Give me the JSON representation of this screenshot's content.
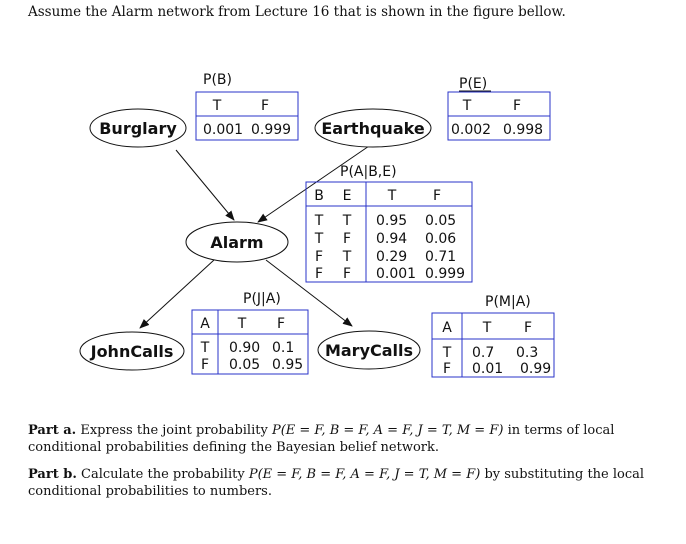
{
  "intro": "Assume the Alarm network from Lecture 16 that is shown in the figure bellow.",
  "nodes": {
    "burglary": "Burglary",
    "earthquake": "Earthquake",
    "alarm": "Alarm",
    "johncalls": "JohnCalls",
    "marycalls": "MaryCalls"
  },
  "cpt_b": {
    "title": "P(B)",
    "h_t": "T",
    "h_f": "F",
    "v_t": "0.001",
    "v_f": "0.999"
  },
  "cpt_e": {
    "title": "P(E)",
    "h_t": "T",
    "h_f": "F",
    "v_t": "0.002",
    "v_f": "0.998"
  },
  "cpt_a": {
    "title": "P(A|B,E)",
    "h_b": "B",
    "h_e": "E",
    "h_t": "T",
    "h_f": "F",
    "rows": [
      {
        "b": "T",
        "e": "T",
        "t": "0.95",
        "f": "0.05"
      },
      {
        "b": "T",
        "e": "F",
        "t": "0.94",
        "f": "0.06"
      },
      {
        "b": "F",
        "e": "T",
        "t": "0.29",
        "f": "0.71"
      },
      {
        "b": "F",
        "e": "F",
        "t": "0.001",
        "f": "0.999"
      }
    ]
  },
  "cpt_j": {
    "title": "P(J|A)",
    "h_a": "A",
    "h_t": "T",
    "h_f": "F",
    "rows": [
      {
        "a": "T",
        "t": "0.90",
        "f": "0.1"
      },
      {
        "a": "F",
        "t": "0.05",
        "f": "0.95"
      }
    ]
  },
  "cpt_m": {
    "title": "P(M|A)",
    "h_a": "A",
    "h_t": "T",
    "h_f": "F",
    "rows": [
      {
        "a": "T",
        "t": "0.7",
        "f": "0.3"
      },
      {
        "a": "F",
        "t": "0.01",
        "f": "0.99"
      }
    ]
  },
  "part_a": {
    "label": "Part a.",
    "text1": "Express the joint probability",
    "expr": "P(E = F, B = F, A = F, J = T, M = F)",
    "text2": "in terms of local conditional probabilities defining the Bayesian belief network."
  },
  "part_b": {
    "label": "Part b.",
    "text1": "Calculate the probability",
    "expr": "P(E = F, B = F, A = F, J = T, M = F)",
    "text2": "by substituting the local conditional probabilities to numbers."
  }
}
